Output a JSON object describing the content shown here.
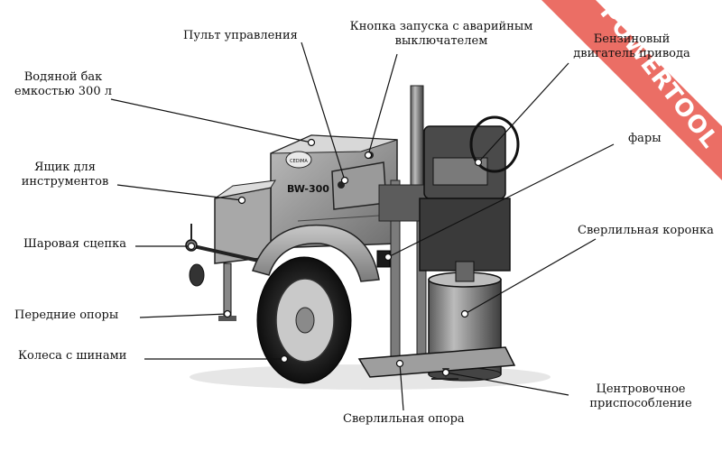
{
  "labels": {
    "control_panel": "Пульт управления",
    "start_button": [
      "Кнопка запуска с аварийным",
      "выключателем"
    ],
    "water_tank": [
      "Водяной бак",
      "емкостью 300 л"
    ],
    "engine": [
      "Бензиновый",
      "двигатель привода"
    ],
    "headlights": "фары",
    "toolbox": [
      "Ящик для",
      "инструментов"
    ],
    "ball_hitch": "Шаровая сцепка",
    "drill_crown": "Сверлильная коронка",
    "front_supports": "Передние опоры",
    "wheels": "Колеса с шинами",
    "drill_support": "Сверлильная опора",
    "centering": [
      "Центровочное",
      "приспособление"
    ]
  },
  "machine": {
    "brand_plate": "CEDIMA",
    "model": "BW-300"
  },
  "watermark": {
    "text": "POWERTOOL",
    "color": "#e8554a"
  }
}
